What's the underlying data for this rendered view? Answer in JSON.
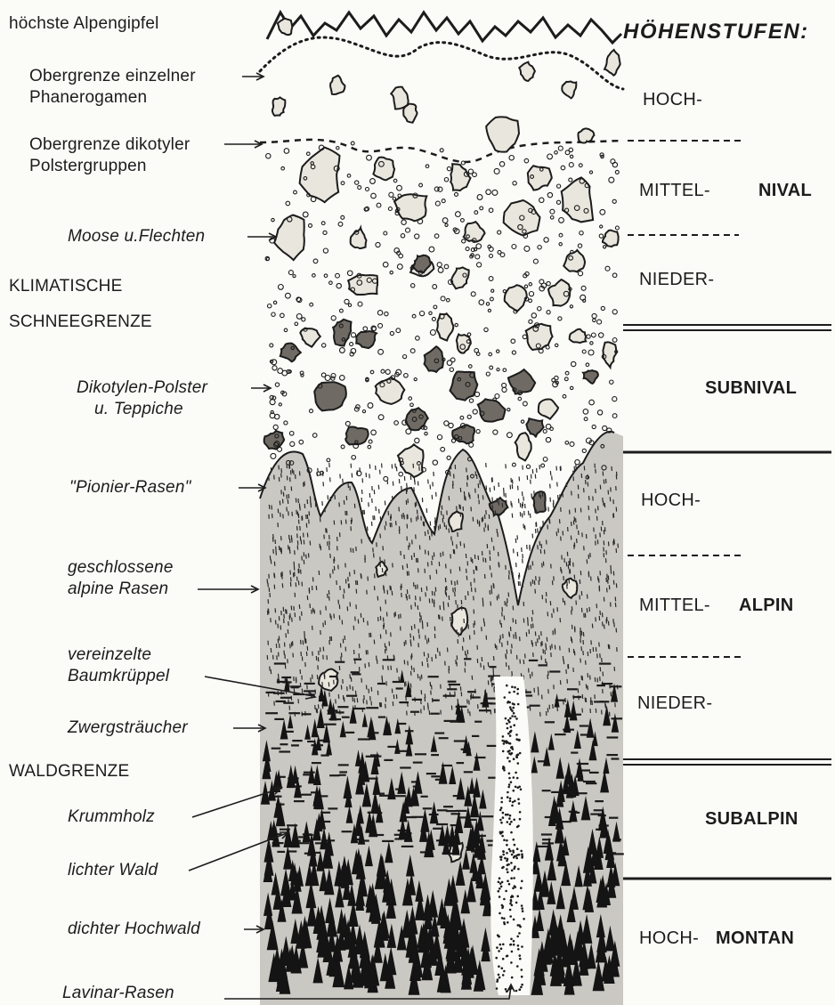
{
  "heading": "HÖHENSTUFEN:",
  "left_labels": {
    "peaks": "höchste Alpengipfel",
    "phanero_1": "Obergrenze einzelner",
    "phanero_2": "Phanerogamen",
    "dikot_1": "Obergrenze dikotyler",
    "dikot_2": "Polstergruppen",
    "moose": "Moose u.Flechten",
    "klima_1": "KLIMATISCHE",
    "klima_2": "SCHNEEGRENZE",
    "polster_1": "Dikotylen-Polster",
    "polster_2": "u. Teppiche",
    "pionier": "\"Pionier-Rasen\"",
    "rasen_1": "geschlossene",
    "rasen_2": "alpine Rasen",
    "baum_1": "vereinzelte",
    "baum_2": "Baumkrüppel",
    "zwerg": "Zwergsträucher",
    "waldgrenze": "WALDGRENZE",
    "krumm": "Krummholz",
    "lichter": "lichter Wald",
    "dichter": "dichter Hochwald",
    "lavinar": "Lavinar-Rasen"
  },
  "zones": {
    "nival_hoch": "HOCH-",
    "nival_mittel": "MITTEL-",
    "nival": "NIVAL",
    "nival_nieder": "NIEDER-",
    "subnival": "SUBNIVAL",
    "alpin_hoch": "HOCH-",
    "alpin_mittel": "MITTEL-",
    "alpin": "ALPIN",
    "alpin_nieder": "NIEDER-",
    "subalpin": "SUBALPIN",
    "montan_hoch": "HOCH-",
    "montan": "MONTAN"
  }
}
